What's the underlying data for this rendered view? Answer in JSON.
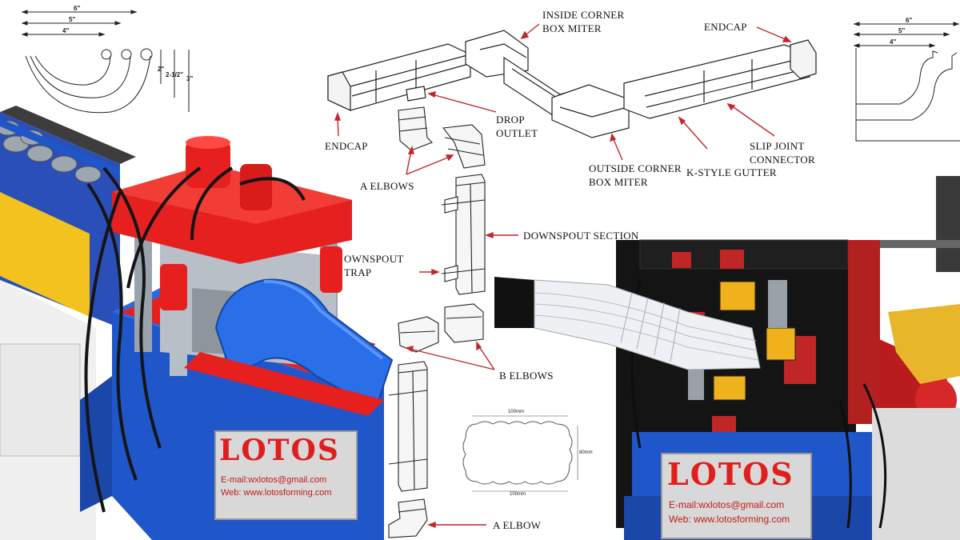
{
  "labels": {
    "inside_corner": [
      "INSIDE CORNER",
      "BOX MITER"
    ],
    "endcap_top": "ENDCAP",
    "endcap_left": "ENDCAP",
    "drop_outlet": [
      "DROP",
      "OUTLET"
    ],
    "a_elbows": "A ELBOWS",
    "outside_corner": [
      "OUTSIDE CORNER",
      "BOX MITER"
    ],
    "k_style": "K-STYLE GUTTER",
    "slip_joint": [
      "SLIP JOINT",
      "CONNECTOR"
    ],
    "downspout_section": "DOWNSPOUT SECTION",
    "downspout_strap": [
      "OWNSPOUT",
      "TRAP"
    ],
    "b_elbows": "B ELBOWS",
    "a_elbow": "A ELBOW"
  },
  "dims_left": {
    "w6": "6\"",
    "w5": "5\"",
    "w4": "4\"",
    "h2": "2\"",
    "h25": "2-1/2\"",
    "h3": "3\""
  },
  "dims_right": {
    "w6": "6\"",
    "w5": "5\"",
    "w4": "4\""
  },
  "profile_dims": {
    "width": "100mm",
    "height": "80mm",
    "bottom": "100mm"
  },
  "plate_left": {
    "brand": "LOTOS",
    "email": "E-mail:wxlotos@gmail.com",
    "web": "Web: www.lotosforming.com"
  },
  "plate_right": {
    "brand": "LOTOS",
    "email": "E-mail:wxlotos@gmail.com",
    "web": "Web: www.lotosforming.com"
  },
  "colors": {
    "machine_blue": "#1f56c9",
    "machine_red": "#e5201f",
    "brand_red": "#e01e1e",
    "plate_gray": "#d8d8d8",
    "downspout_white": "#eef0f3"
  }
}
